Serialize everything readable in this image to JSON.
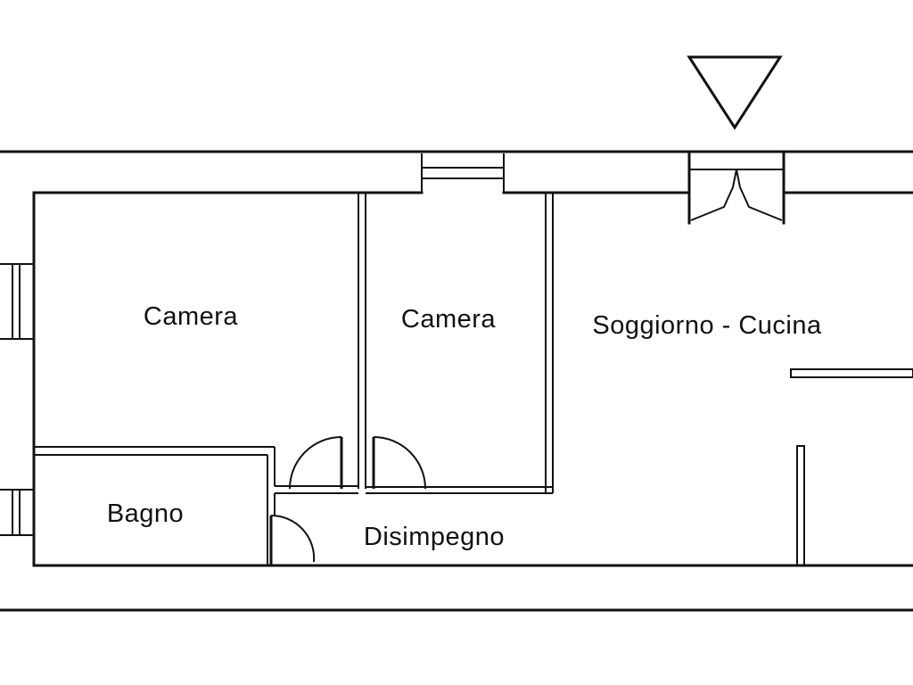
{
  "rooms": [
    {
      "id": "camera-1",
      "label": "Camera"
    },
    {
      "id": "camera-2",
      "label": "Camera"
    },
    {
      "id": "soggiorno-cucina",
      "label": "Soggiorno - Cucina"
    },
    {
      "id": "bagno",
      "label": "Bagno"
    },
    {
      "id": "disimpegno",
      "label": "Disimpegno"
    }
  ],
  "entrance_marker": "triangle-down"
}
